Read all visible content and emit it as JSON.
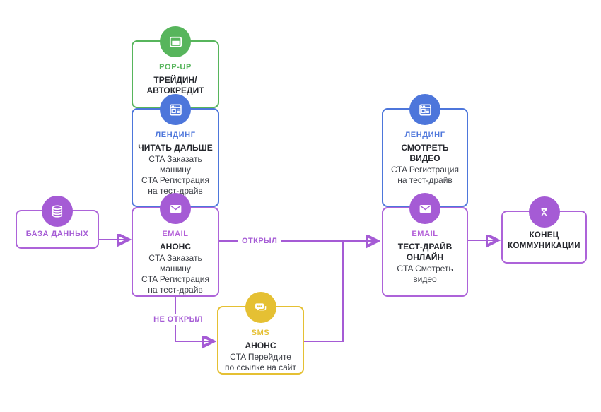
{
  "colors": {
    "purple": "#a55bd5",
    "blue": "#4d76db",
    "green": "#57b55c",
    "yellow": "#e5c033",
    "title_text": "#26282e",
    "body_text": "#3b3e45"
  },
  "nodes": {
    "database": {
      "label": "БАЗА ДАННЫХ",
      "icon": "database-icon"
    },
    "popup": {
      "type": "POP-UP",
      "title": "ТРЕЙДИН/\nАВТОКРЕДИТ",
      "icon": "popup-window-icon"
    },
    "landing_mid": {
      "type": "ЛЕНДИНГ",
      "title": "ЧИТАТЬ ДАЛЬШЕ",
      "body": "CTA Заказать\nмашину\nCTA Регистрация\nна тест-драйв",
      "icon": "browser-icon"
    },
    "email_mid": {
      "type": "EMAIL",
      "title": "АНОНС",
      "body": "CTA Заказать\nмашину\nCTA Регистрация\nна тест-драйв",
      "icon": "envelope-icon"
    },
    "sms": {
      "type": "SMS",
      "title": "АНОНС",
      "body": "CTA Перейдите\nпо ссылке на сайт",
      "icon": "chat-bubble-icon"
    },
    "landing_right": {
      "type": "ЛЕНДИНГ",
      "title": "СМОТРЕТЬ ВИДЕО",
      "body": "CTA Регистрация\nна тест-драйв",
      "icon": "browser-icon"
    },
    "email_right": {
      "type": "EMAIL",
      "title": "ТЕСТ-ДРАЙВ\nОНЛАЙН",
      "body": "CTA Смотреть\nвидео",
      "icon": "envelope-icon"
    },
    "end": {
      "label": "КОНЕЦ\nКОММУНИКАЦИИ",
      "icon": "crossed-flags-icon"
    }
  },
  "edges": {
    "opened_label": "ОТКРЫЛ",
    "not_opened_label": "НЕ ОТКРЫЛ"
  }
}
